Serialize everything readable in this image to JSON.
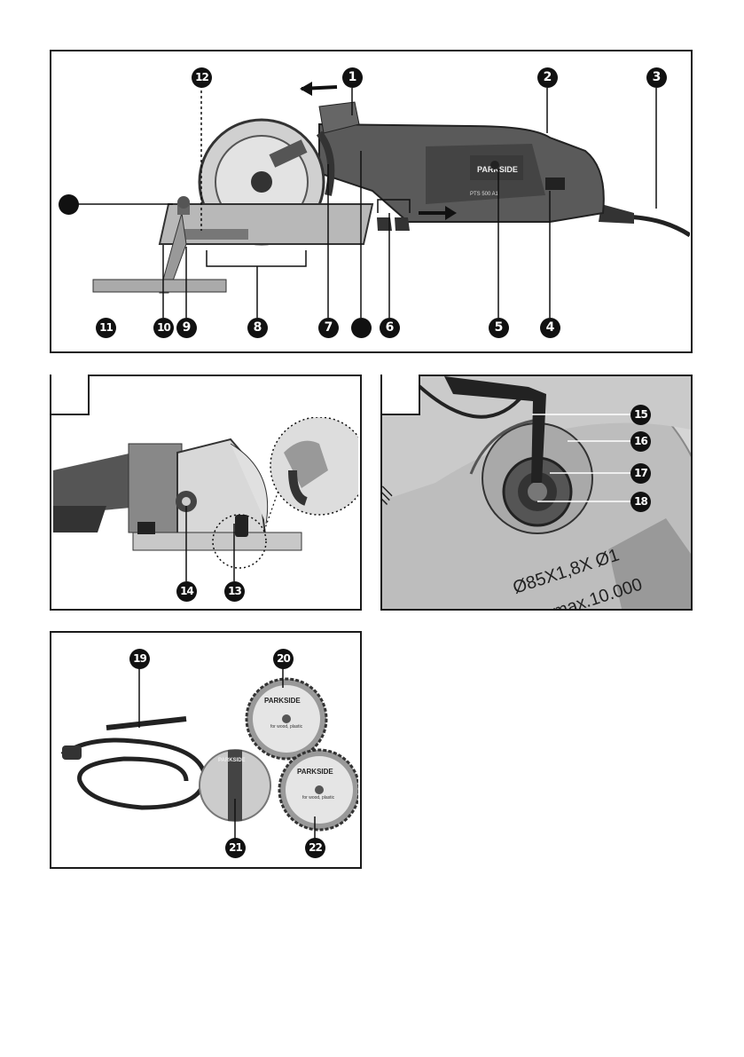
{
  "brand": "PARKSIDE",
  "model": "PTS 500 A1",
  "blade_text": {
    "diameter": "Ø85X1,8X Ø1",
    "rpm": "max.10.000",
    "wood": "for wood, plastic"
  },
  "fig1_labels": [
    "1",
    "2",
    "3",
    "4",
    "5",
    "6",
    "7",
    "8",
    "9",
    "10",
    "11",
    "12"
  ],
  "fig2_labels": [
    "13",
    "14"
  ],
  "fig3_labels": [
    "15",
    "16",
    "17",
    "18"
  ],
  "fig4_labels": [
    "19",
    "20",
    "21",
    "22"
  ],
  "colors": {
    "ink": "#111111",
    "border": "#1a1a1a",
    "photo_bg": "#e6e6e6"
  }
}
